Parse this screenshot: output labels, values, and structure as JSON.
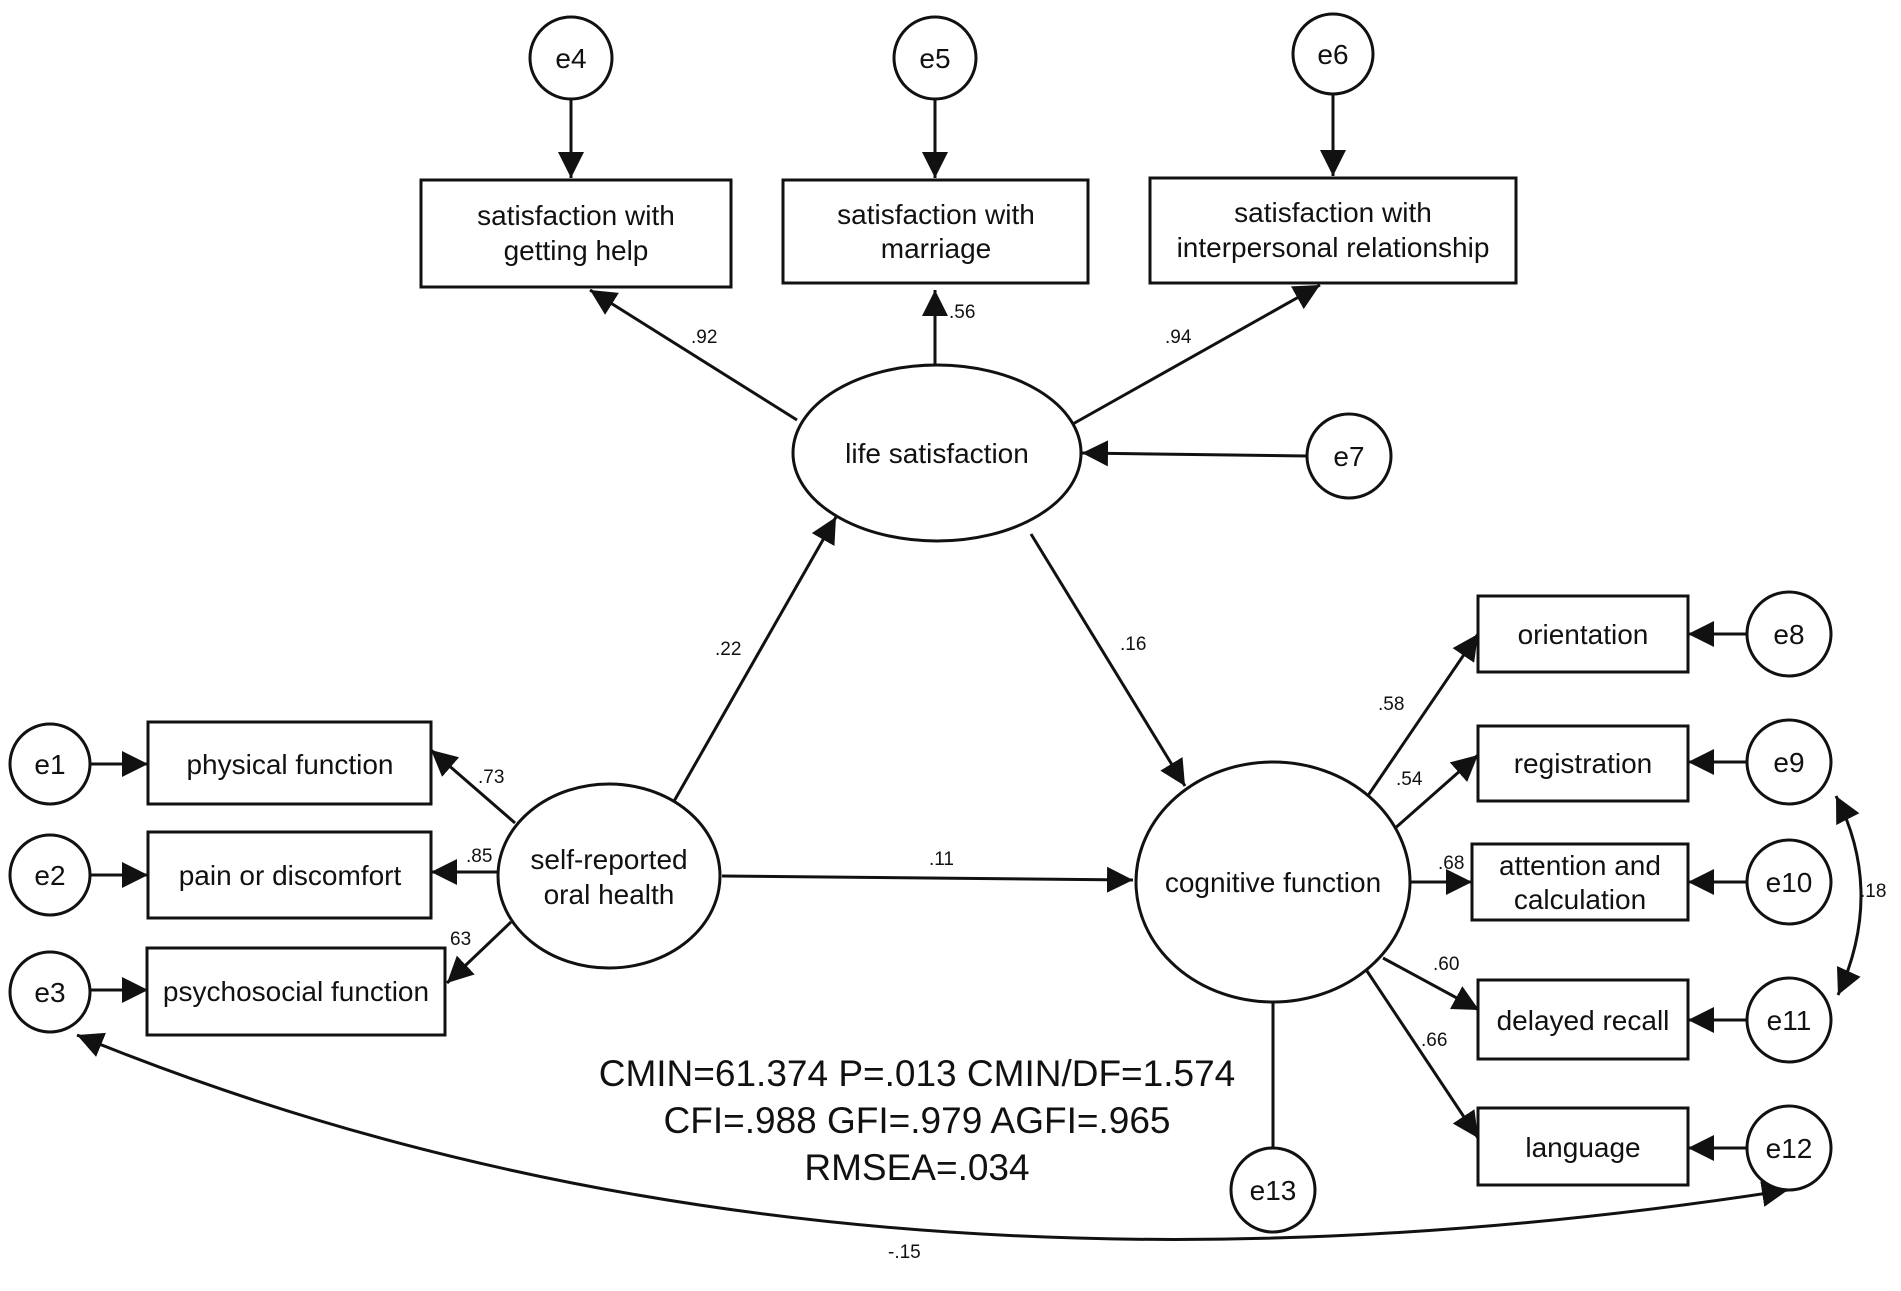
{
  "observed": {
    "sat_help": [
      "satisfaction with",
      "getting help"
    ],
    "sat_marriage": [
      "satisfaction with",
      "marriage"
    ],
    "sat_interpersonal": [
      "satisfaction with",
      "interpersonal relationship"
    ],
    "physical": [
      "physical function"
    ],
    "pain": [
      "pain or discomfort"
    ],
    "psychosocial": [
      "psychosocial function"
    ],
    "orientation": [
      "orientation"
    ],
    "registration": [
      "registration"
    ],
    "attention": [
      "attention and",
      "calculation"
    ],
    "recall": [
      "delayed recall"
    ],
    "language": [
      "language"
    ]
  },
  "latent": {
    "life_satisfaction": [
      "life satisfaction"
    ],
    "oral_health": [
      "self-reported",
      "oral health"
    ],
    "cognitive": [
      "cognitive function"
    ]
  },
  "errors": {
    "e1": "e1",
    "e2": "e2",
    "e3": "e3",
    "e4": "e4",
    "e5": "e5",
    "e6": "e6",
    "e7": "e7",
    "e8": "e8",
    "e9": "e9",
    "e10": "e10",
    "e11": "e11",
    "e12": "e12",
    "e13": "e13"
  },
  "coefficients": {
    "help": ".92",
    "marriage": ".56",
    "interpersonal": ".94",
    "oral_to_life": ".22",
    "life_to_cog": ".16",
    "oral_to_cog": ".11",
    "physical": ".73",
    "pain": ".85",
    "psychosocial": "63",
    "orientation": ".58",
    "registration": ".54",
    "attention": ".68",
    "recall": ".60",
    "language": ".66",
    "e9_e11": ".18",
    "e3_e12": "-.15"
  },
  "fit_indices": [
    "CMIN=61.374 P=.013 CMIN/DF=1.574",
    "CFI=.988 GFI=.979 AGFI=.965",
    "RMSEA=.034"
  ]
}
